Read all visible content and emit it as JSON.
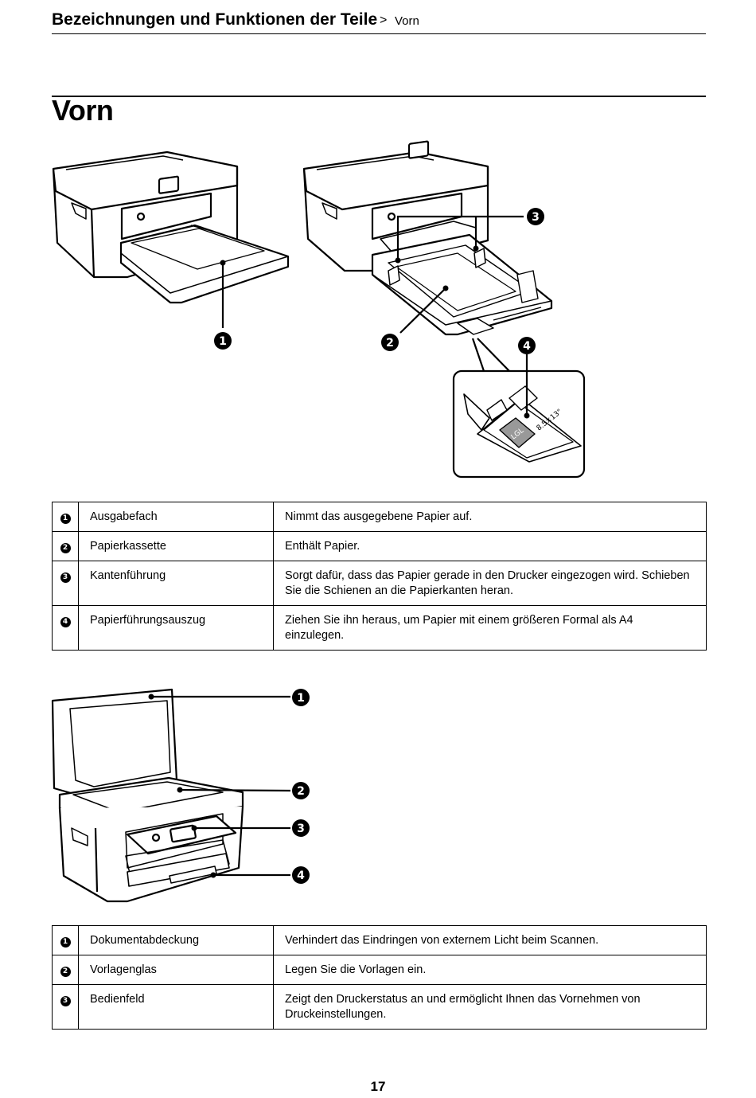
{
  "header": {
    "title": "Bezeichnungen und Funktionen der Teile",
    "separator": ">",
    "section": "Vorn"
  },
  "heading": "Vorn",
  "figure1": {
    "callouts": [
      "1",
      "2",
      "3",
      "4"
    ],
    "detail_label_lgl": "LGL",
    "detail_label_size": "8.5×13\""
  },
  "table1": {
    "rows": [
      {
        "num": "1",
        "name": "Ausgabefach",
        "desc": "Nimmt das ausgegebene Papier auf."
      },
      {
        "num": "2",
        "name": "Papierkassette",
        "desc": "Enthält Papier."
      },
      {
        "num": "3",
        "name": "Kantenführung",
        "desc": "Sorgt dafür, dass das Papier gerade in den Drucker eingezogen wird. Schieben Sie die Schienen an die Papierkanten heran."
      },
      {
        "num": "4",
        "name": "Papierführungsauszug",
        "desc": "Ziehen Sie ihn heraus, um Papier mit einem größeren Formal als A4 einzulegen."
      }
    ]
  },
  "figure2": {
    "callouts": [
      "1",
      "2",
      "3",
      "4"
    ]
  },
  "table2": {
    "rows": [
      {
        "num": "1",
        "name": "Dokumentabdeckung",
        "desc": "Verhindert das Eindringen von externem Licht beim Scannen."
      },
      {
        "num": "2",
        "name": "Vorlagenglas",
        "desc": "Legen Sie die Vorlagen ein."
      },
      {
        "num": "3",
        "name": "Bedienfeld",
        "desc": "Zeigt den Druckerstatus an und ermöglicht Ihnen das Vornehmen von Druckeinstellungen."
      }
    ]
  },
  "page_number": "17"
}
